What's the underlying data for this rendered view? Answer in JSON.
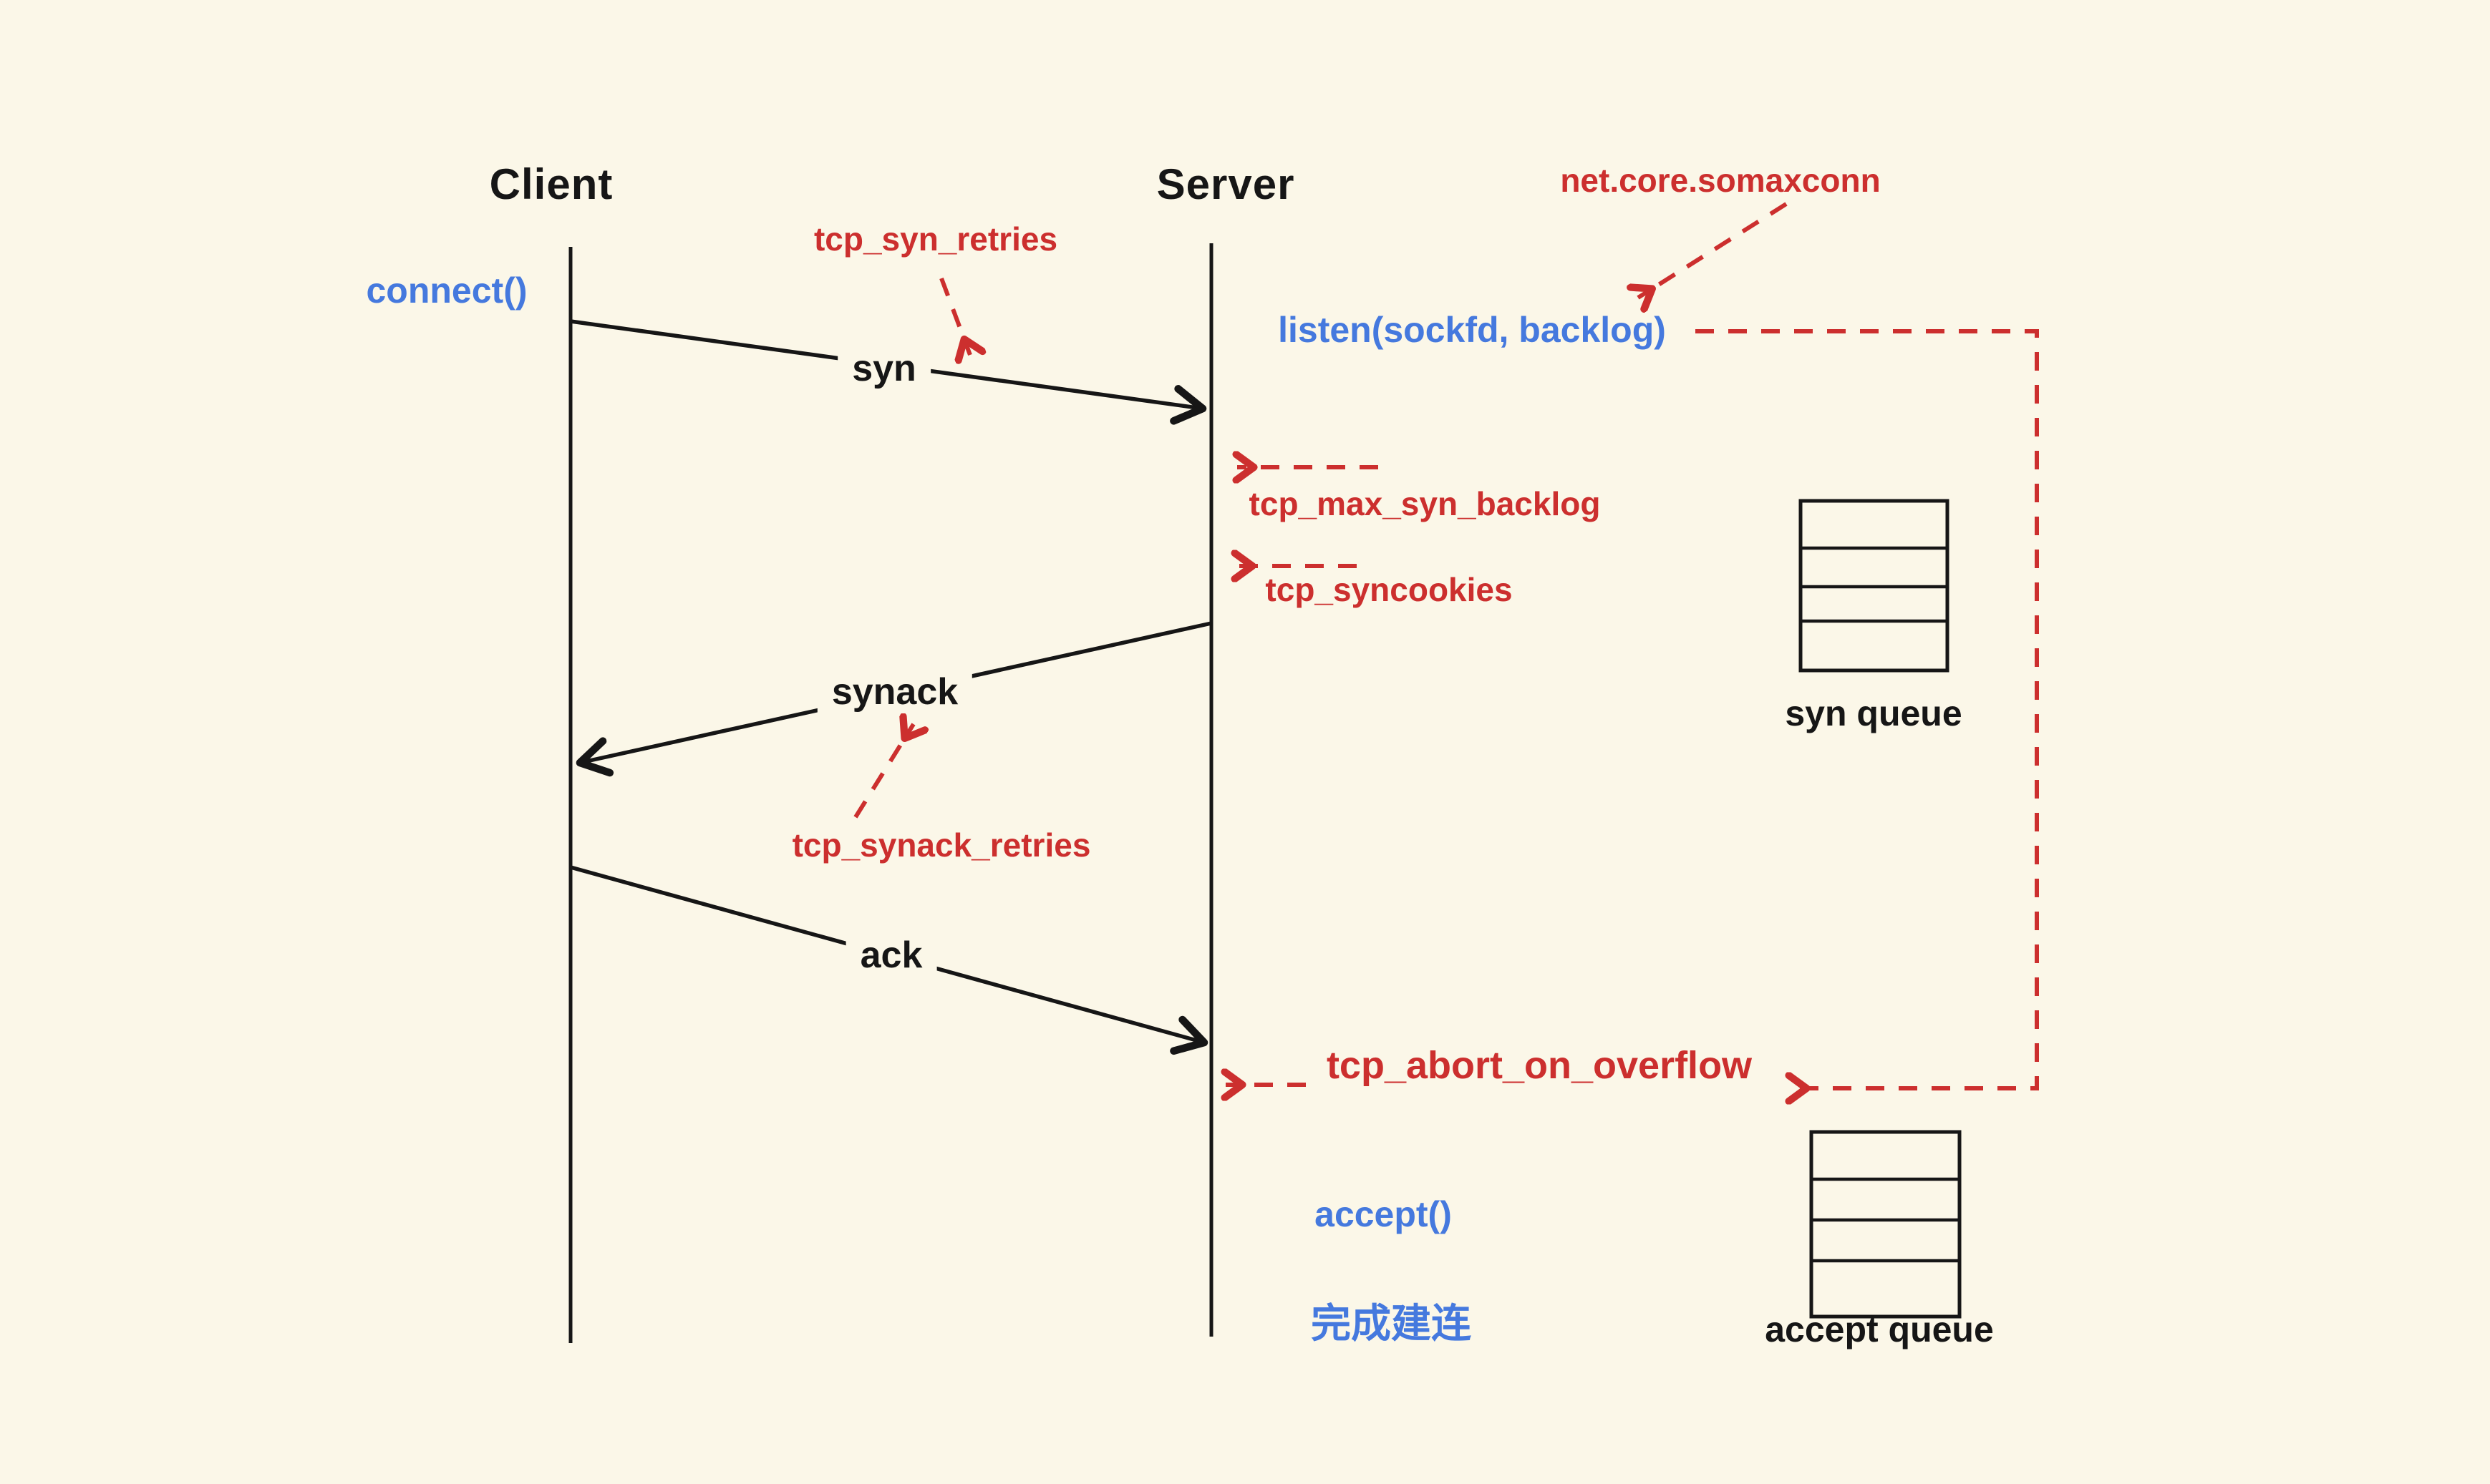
{
  "diagram": {
    "title_client": "Client",
    "title_server": "Server",
    "blue_labels": {
      "connect": "connect()",
      "listen": "listen(sockfd, backlog)",
      "accept": "accept()",
      "established": "完成建连"
    },
    "message_labels": {
      "syn": "syn",
      "synack": "synack",
      "ack": "ack"
    },
    "kernel_params": {
      "tcp_syn_retries": "tcp_syn_retries",
      "net_core_somaxconn": "net.core.somaxconn",
      "tcp_max_syn_backlog": "tcp_max_syn_backlog",
      "tcp_syncookies": "tcp_syncookies",
      "tcp_synack_retries": "tcp_synack_retries",
      "tcp_abort_on_overflow": "tcp_abort_on_overflow"
    },
    "queues": {
      "syn_queue_label": "syn queue",
      "accept_queue_label": "accept queue",
      "rows_per_queue": 4
    }
  },
  "colors": {
    "background": "#FBF7E8",
    "red": "#CC2F2E",
    "blue": "#4579DE",
    "ink": "#161616"
  }
}
